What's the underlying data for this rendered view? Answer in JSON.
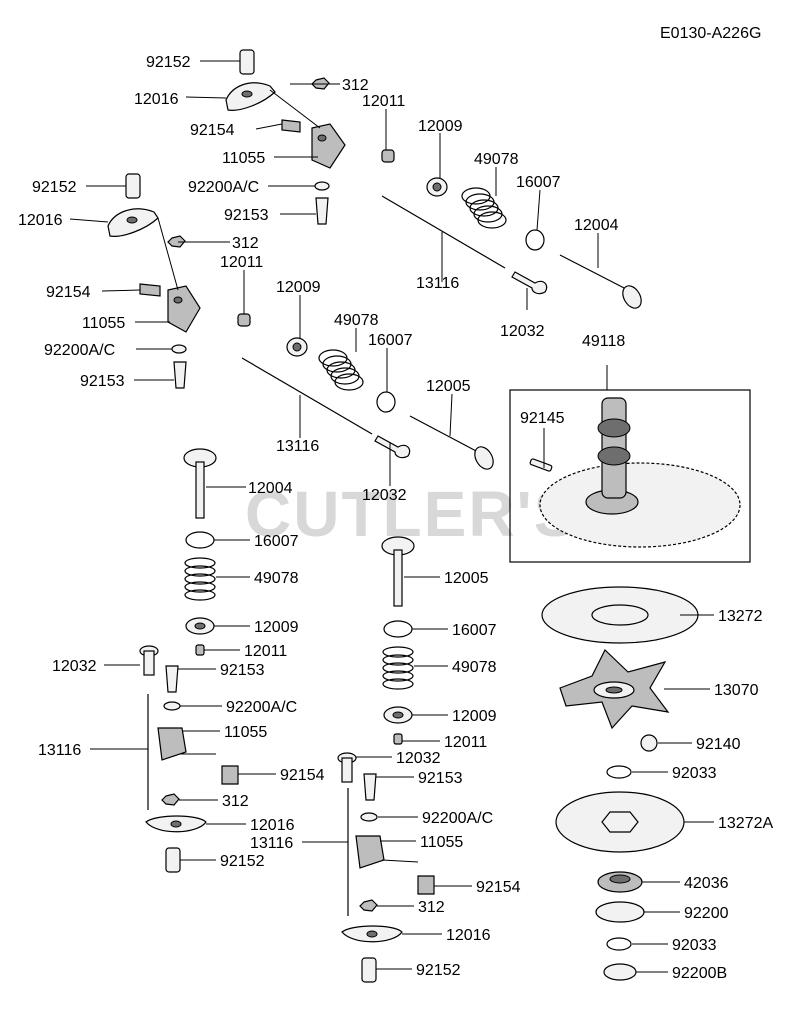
{
  "diagram_code": "E0130-A226G",
  "watermark": "CUTLER'S",
  "callouts": {
    "c_92152_a": "92152",
    "c_12016_a": "12016",
    "c_312_a": "312",
    "c_12011_a": "12011",
    "c_92154_a": "92154",
    "c_12009_a": "12009",
    "c_11055_a": "11055",
    "c_49078_a": "49078",
    "c_92200ac_a": "92200A/C",
    "c_16007_a": "16007",
    "c_92153_a": "92153",
    "c_12004_a": "12004",
    "c_13116_a": "13116",
    "c_12032_a": "12032",
    "c_92152_b": "92152",
    "c_12016_b": "12016",
    "c_312_b": "312",
    "c_12011_b": "12011",
    "c_12009_b": "12009",
    "c_92154_b": "92154",
    "c_11055_b": "11055",
    "c_49078_b": "49078",
    "c_16007_b": "16007",
    "c_92200ac_b": "92200A/C",
    "c_12005_a": "12005",
    "c_92153_b": "92153",
    "c_13116_b": "13116",
    "c_12032_b": "12032",
    "c_49118": "49118",
    "c_92145": "92145",
    "c_12004_c": "12004",
    "c_16007_c": "16007",
    "c_49078_c": "49078",
    "c_12009_c": "12009",
    "c_12011_c": "12011",
    "c_12032_c": "12032",
    "c_92153_c": "92153",
    "c_92200ac_c": "92200A/C",
    "c_11055_c": "11055",
    "c_13116_c": "13116",
    "c_92154_c": "92154",
    "c_312_c": "312",
    "c_12016_c": "12016",
    "c_92152_c": "92152",
    "c_12005_b": "12005",
    "c_16007_d": "16007",
    "c_49078_d": "49078",
    "c_12009_d": "12009",
    "c_12011_d": "12011",
    "c_12032_d": "12032",
    "c_92153_d": "92153",
    "c_92200ac_d": "92200A/C",
    "c_13116_d": "13116",
    "c_11055_d": "11055",
    "c_92154_d": "92154",
    "c_312_d": "312",
    "c_12016_d": "12016",
    "c_92152_d": "92152",
    "c_13272": "13272",
    "c_13070": "13070",
    "c_92140": "92140",
    "c_92033_a": "92033",
    "c_13272a": "13272A",
    "c_42036": "42036",
    "c_92200": "92200",
    "c_92033_b": "92033",
    "c_92200b": "92200B"
  }
}
